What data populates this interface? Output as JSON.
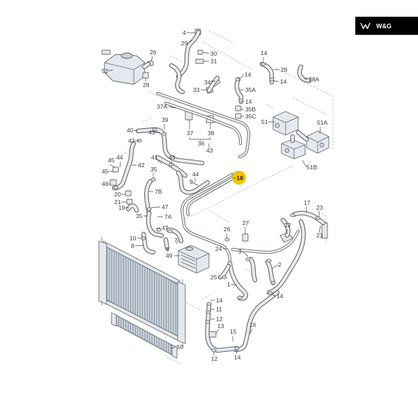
{
  "brand": {
    "name": "W&G",
    "logo_icon": "wg-logo-icon"
  },
  "highlight": {
    "label": "18",
    "color": "#f3c400"
  },
  "colors": {
    "line": "#666666",
    "part_fill": "#e3e9ef",
    "logo_bg": "#000000",
    "label_text": "#3a3a3a"
  },
  "callouts": [
    "4",
    "29",
    "30",
    "31",
    "26",
    "52",
    "28",
    "14",
    "28",
    "14",
    "28A",
    "34",
    "33",
    "14",
    "35A",
    "14",
    "35B",
    "35C",
    "37A",
    "51",
    "51A",
    "40",
    "39",
    "43",
    "43",
    "37",
    "38",
    "36",
    "43",
    "45",
    "44",
    "42",
    "41",
    "43",
    "45",
    "46",
    "35",
    "44",
    "9",
    "51B",
    "20",
    "21",
    "19",
    "7B",
    "47",
    "35",
    "7A",
    "47",
    "17",
    "23",
    "23",
    "22",
    "27",
    "26",
    "10",
    "8",
    "7",
    "5",
    "24",
    "3",
    "2",
    "49",
    "25",
    "1",
    "14",
    "14",
    "11",
    "12",
    "13",
    "16",
    "15",
    "14",
    "12",
    "50"
  ]
}
